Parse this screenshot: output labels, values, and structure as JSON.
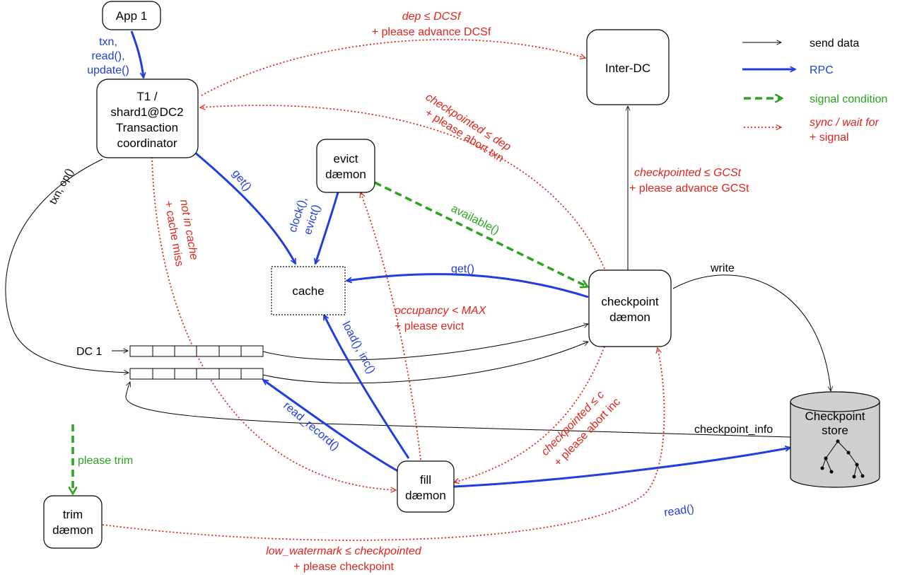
{
  "nodes": {
    "app1": [
      "App 1"
    ],
    "coordinator": [
      "T1 /",
      "shard1@DC2",
      "Transaction",
      "coordinator"
    ],
    "evict": [
      "evict",
      "dæmon"
    ],
    "cache": [
      "cache"
    ],
    "interdc": [
      "Inter-DC"
    ],
    "checkpoint": [
      "checkpoint",
      "dæmon"
    ],
    "store": [
      "Checkpoint",
      "store"
    ],
    "fill": [
      "fill",
      "dæmon"
    ],
    "trim": [
      "trim",
      "dæmon"
    ],
    "dc1": "DC 1"
  },
  "edges": {
    "app_rpc": [
      "txn,",
      "read(),",
      "update()"
    ],
    "txn_op": "txn, op()",
    "coord_get": "get()",
    "evict_calls": [
      "clock(),",
      "evict()"
    ],
    "available": "available()",
    "checkpoint_get": "get()",
    "write": "write",
    "checkpoint_info": "checkpoint_info",
    "load_inc": "load(), inc()",
    "read_record": "read_record()",
    "read": "read()",
    "please_trim": "please trim",
    "dep": {
      "cond": "dep ≤ DCSf",
      "action": "+ please advance DCSf"
    },
    "cp_dep": {
      "cond": "checkpointed ≤ dep",
      "action": "+ please abort txn"
    },
    "cp_gcst": {
      "cond": "checkpointed ≤ GCSt",
      "action": "+ please advance GCSt"
    },
    "not_in_cache": {
      "cond": "not in cache",
      "action": "+ cache miss"
    },
    "occupancy": {
      "cond": "occupancy < MAX",
      "action": "+ please evict"
    },
    "cp_c": {
      "cond": "checkpointed ≤ c",
      "action": "+ please abort inc"
    },
    "low_wm": {
      "cond": "low_watermark ≤ checkpointed",
      "action": "+ please checkpoint"
    }
  },
  "legend": {
    "send": "send data",
    "rpc": "RPC",
    "signal": "signal condition",
    "sync": "sync / wait for",
    "sync2": "+ signal"
  },
  "colors": {
    "blue": "#1f3de0",
    "red": "#e0241b",
    "green": "#2aa41f",
    "black": "#000000",
    "store_fill": "#cfcfcf"
  }
}
